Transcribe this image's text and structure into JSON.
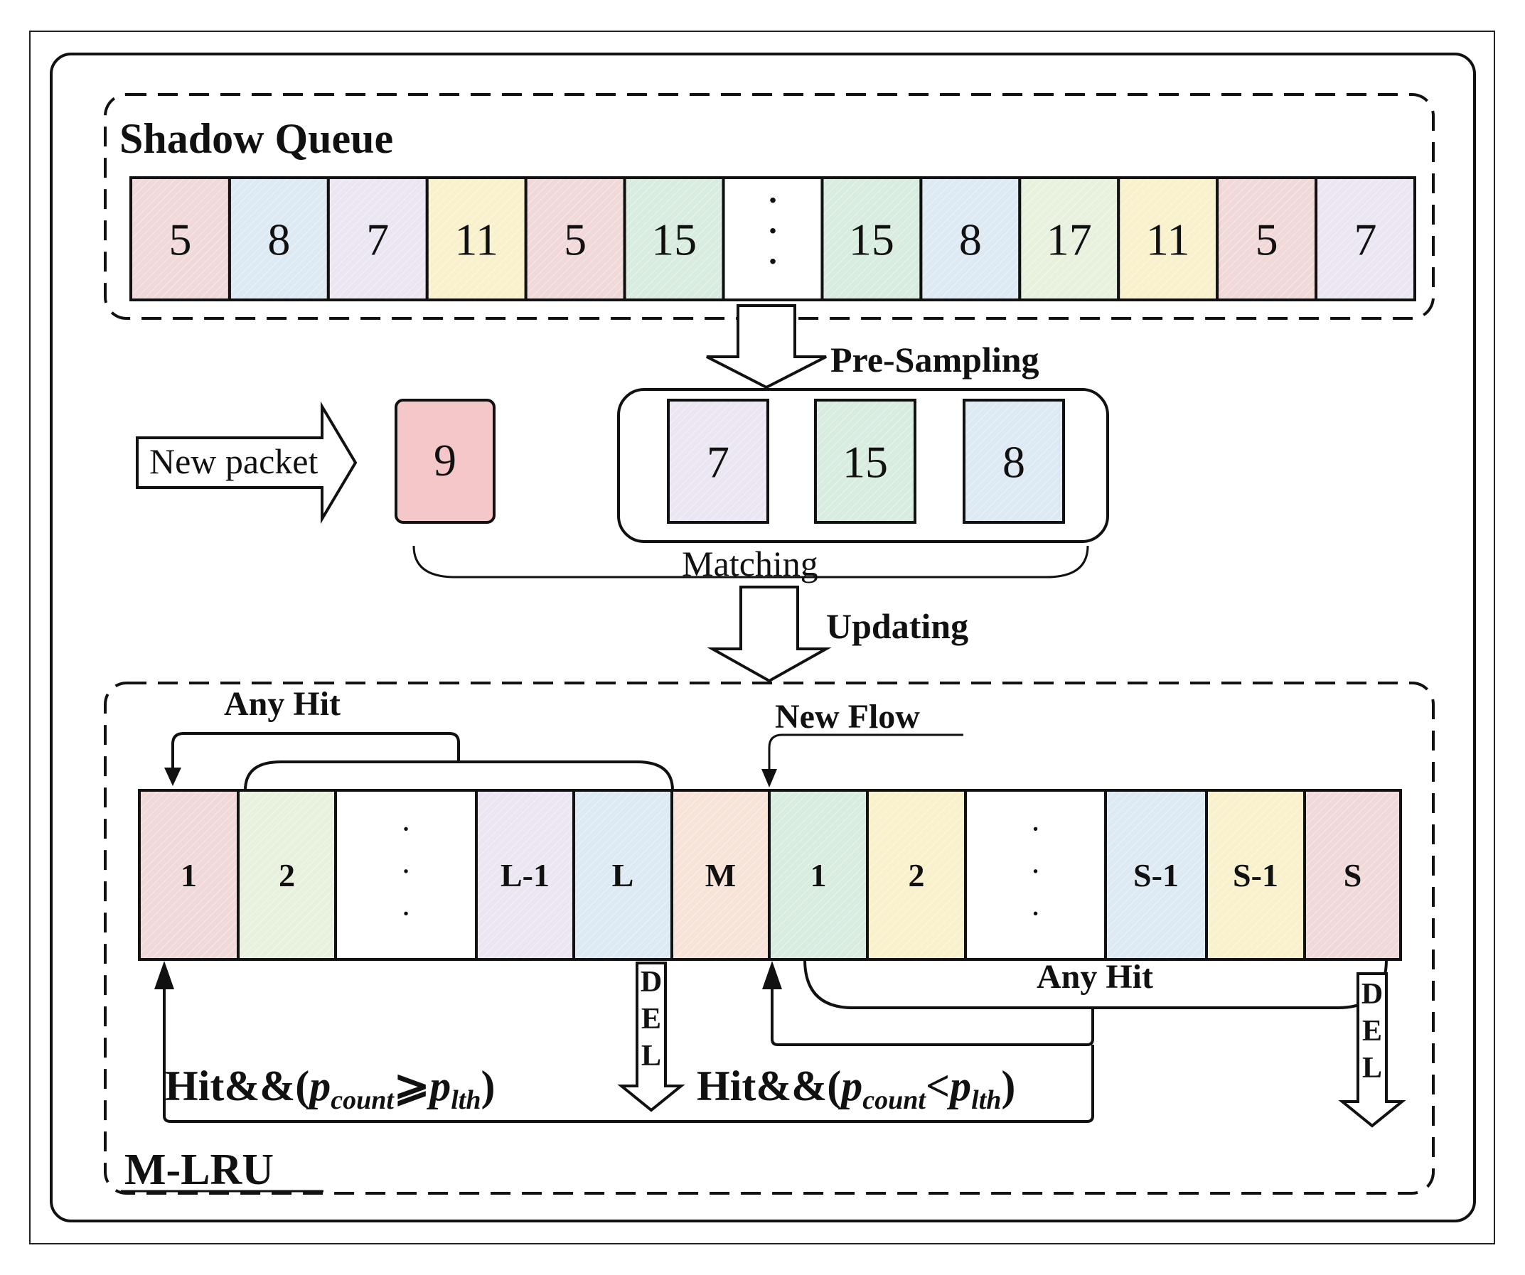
{
  "colors": {
    "pink": "#f1d9d9",
    "blue": "#dde9f3",
    "lavender": "#ebe6f2",
    "yellow": "#f8f1cc",
    "green": "#d8ecdf",
    "peach": "#f8e3d8",
    "mint": "#e8f1de",
    "white": "#ffffff",
    "red": "#f4c8c8"
  },
  "shadow_queue": {
    "title": "Shadow Queue",
    "cells": [
      {
        "label": "5",
        "color": "pink"
      },
      {
        "label": "8",
        "color": "blue"
      },
      {
        "label": "7",
        "color": "lavender"
      },
      {
        "label": "11",
        "color": "yellow"
      },
      {
        "label": "5",
        "color": "pink"
      },
      {
        "label": "15",
        "color": "green"
      },
      {
        "label": "·\n·\n·",
        "color": "white"
      },
      {
        "label": "15",
        "color": "green"
      },
      {
        "label": "8",
        "color": "blue"
      },
      {
        "label": "17",
        "color": "mint"
      },
      {
        "label": "11",
        "color": "yellow"
      },
      {
        "label": "5",
        "color": "pink"
      },
      {
        "label": "7",
        "color": "lavender"
      }
    ]
  },
  "pre_sampling": {
    "label": "Pre-Sampling",
    "samples": [
      {
        "label": "7",
        "color": "lavender"
      },
      {
        "label": "15",
        "color": "green"
      },
      {
        "label": "8",
        "color": "blue"
      }
    ]
  },
  "new_packet": {
    "label": "New packet",
    "value": "9",
    "color": "red"
  },
  "matching_label": "Matching",
  "updating_label": "Updating",
  "mlru": {
    "title": "M-LRU",
    "cells": [
      {
        "label": "1",
        "color": "pink"
      },
      {
        "label": "2",
        "color": "mint"
      },
      {
        "label": "·\n·\n·",
        "color": "white"
      },
      {
        "label": "L-1",
        "color": "lavender"
      },
      {
        "label": "L",
        "color": "blue"
      },
      {
        "label": "M",
        "color": "peach"
      },
      {
        "label": "1",
        "color": "green"
      },
      {
        "label": "2",
        "color": "yellow"
      },
      {
        "label": "·\n·\n·",
        "color": "white"
      },
      {
        "label": "S-1",
        "color": "blue"
      },
      {
        "label": "S-1",
        "color": "yellow"
      },
      {
        "label": "S",
        "color": "pink"
      }
    ],
    "any_hit_top": "Any Hit",
    "new_flow": "New Flow",
    "any_hit_bottom": "Any Hit",
    "del_left": "DEL",
    "del_right": "DEL",
    "hit_ge": {
      "prefix": "Hit&&(",
      "p": "p",
      "count": "count",
      "op": "⩾",
      "p2": "p",
      "lth": "lth",
      "suffix": ")"
    },
    "hit_lt": {
      "prefix": "Hit&&(",
      "p": "p",
      "count": "count",
      "op": "<",
      "p2": "p",
      "lth": "lth",
      "suffix": ")"
    }
  }
}
